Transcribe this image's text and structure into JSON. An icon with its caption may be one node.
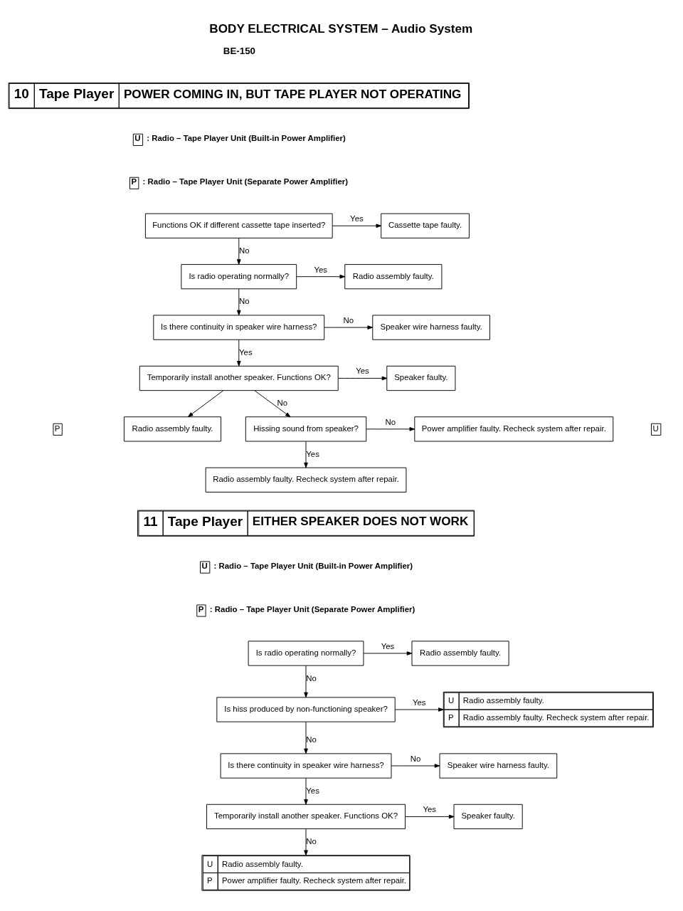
{
  "diagram": {
    "title": "BODY ELECTRICAL SYSTEM – Audio System",
    "nodes": [
      {
        "text": [
          "10",
          "Tape Player",
          "POWER COMING IN, BUT TAPE PLAYER NOT OPERATING"
        ]
      },
      {
        "text": [
          "Functions OK if different cassette tape inserted?"
        ]
      },
      {
        "text": [
          "Cassette tape faulty."
        ]
      },
      {
        "text": [
          "Is radio operating normally?"
        ]
      },
      {
        "text": [
          "Radio assembly faulty."
        ]
      },
      {
        "text": [
          "Is there continuity in speaker wire harness?"
        ]
      },
      {
        "text": [
          "Speaker wire harness faulty."
        ]
      },
      {
        "text": [
          "Temporarily install another speaker. Functions OK?"
        ]
      },
      {
        "text": [
          "Speaker faulty."
        ]
      },
      {
        "text": [
          "Radio assembly faulty."
        ]
      },
      {
        "text": [
          "Hissing sound from speaker?"
        ]
      },
      {
        "text": [
          "Power amplifier faulty. Recheck system after repair."
        ]
      },
      {
        "text": [
          "Radio assembly faulty. Recheck system after repair."
        ]
      },
      {
        "text": [
          "11",
          "Tape Player",
          "EITHER SPEAKER DOES NOT WORK"
        ]
      },
      {
        "text": [
          "Is radio operating normally?"
        ]
      },
      {
        "text": [
          "Radio assembly faulty."
        ]
      },
      {
        "text": [
          "Is hiss produced by non-functioning speaker?"
        ]
      },
      {
        "text": [
          "U",
          "Radio assembly faulty.",
          "P",
          "Radio assembly faulty. Recheck system after repair."
        ]
      },
      {
        "text": [
          "Is there continuity in speaker wire harness?"
        ]
      },
      {
        "text": [
          "Speaker wire harness faulty."
        ]
      },
      {
        "text": [
          "Temporarily install another speaker. Functions OK?"
        ]
      },
      {
        "text": [
          "Speaker faulty."
        ]
      },
      {
        "text": [
          "U",
          "Radio assembly faulty.",
          "P",
          "Power amplifier faulty. Recheck system after repair."
        ]
      }
    ],
    "edges": [
      {
        "from": 1,
        "to": 2,
        "arrow": "to",
        "label": "Yes"
      },
      {
        "from": 1,
        "to": 3,
        "arrow": "to",
        "label": "No"
      },
      {
        "from": 3,
        "to": 4,
        "arrow": "to",
        "label": "Yes"
      },
      {
        "from": 3,
        "to": 5,
        "arrow": "to",
        "label": "No"
      },
      {
        "from": 5,
        "to": 6,
        "arrow": "to",
        "label": "No"
      },
      {
        "from": 5,
        "to": 7,
        "arrow": "to",
        "label": "Yes"
      },
      {
        "from": 7,
        "to": 8,
        "arrow": "to",
        "label": "Yes"
      },
      {
        "from": 7,
        "to": 10,
        "arrow": "to",
        "label": "No"
      },
      {
        "from": 7,
        "to": 9,
        "arrow": "to"
      },
      {
        "from": 10,
        "to": 11,
        "arrow": "to",
        "label": "No"
      },
      {
        "from": 10,
        "to": 12,
        "arrow": "to",
        "label": "Yes"
      },
      {
        "from": 14,
        "to": 15,
        "arrow": "to",
        "label": "Yes"
      },
      {
        "from": 14,
        "to": 16,
        "arrow": "to",
        "label": "No"
      },
      {
        "from": 16,
        "to": 17,
        "arrow": "to",
        "label": "Yes"
      },
      {
        "from": 16,
        "to": 18,
        "arrow": "to",
        "label": "No"
      },
      {
        "from": 18,
        "to": 19,
        "arrow": "to",
        "label": "No"
      },
      {
        "from": 18,
        "to": 20,
        "arrow": "to",
        "label": "Yes"
      },
      {
        "from": 20,
        "to": 21,
        "arrow": "to",
        "label": "Yes"
      },
      {
        "from": 20,
        "to": 22,
        "arrow": "to",
        "label": "No"
      }
    ],
    "labels": [
      "BE-150",
      "U",
      ": Radio – Tape Player Unit (Built-in Power Amplifier)",
      "P",
      ": Radio – Tape Player Unit (Separate Power Amplifier)",
      "P",
      "U",
      "U",
      ": Radio – Tape Player Unit (Built-in Power Amplifier)",
      "P",
      ": Radio – Tape Player Unit (Separate Power Amplifier)"
    ]
  }
}
